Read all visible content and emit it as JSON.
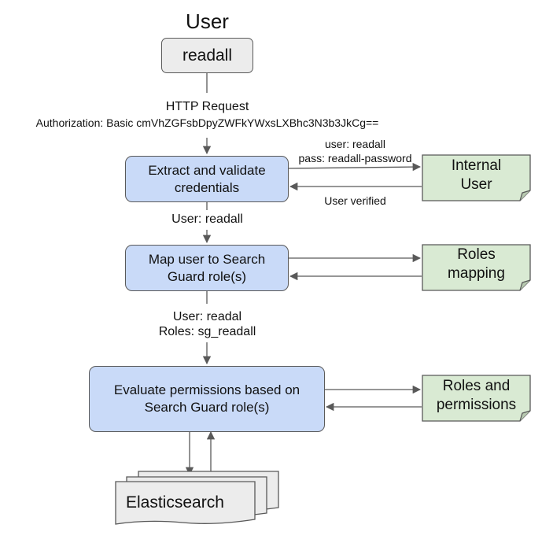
{
  "diagram": {
    "user_title": "User",
    "user_box": "readall",
    "http_label_line1": "HTTP Request",
    "http_label_line2": "Authorization: Basic cmVhZGFsbDpyZWFkYWxsLXBhc3N3b3JkCg==",
    "extract_line1": "Extract and validate",
    "extract_line2": "credentials",
    "internal_user_line1": "Internal",
    "internal_user_line2": "User",
    "cred_label_line1": "user: readall",
    "cred_label_line2": "pass: readall-password",
    "verified_label": "User verified",
    "user_readall_label": "User: readall",
    "map_line1": "Map user to Search",
    "map_line2": "Guard role(s)",
    "roles_mapping_line1": "Roles",
    "roles_mapping_line2": "mapping",
    "roles_label_line1": "User: readal",
    "roles_label_line2": "Roles: sg_readall",
    "evaluate_line1": "Evaluate permissions based on",
    "evaluate_line2": "Search Guard role(s)",
    "roles_perms_line1": "Roles and",
    "roles_perms_line2": "permissions",
    "elasticsearch": "Elasticsearch"
  },
  "colors": {
    "process_fill": "#c9daf8",
    "note_fill": "#d9ead3",
    "user_fill": "#ececec",
    "line": "#595959"
  }
}
